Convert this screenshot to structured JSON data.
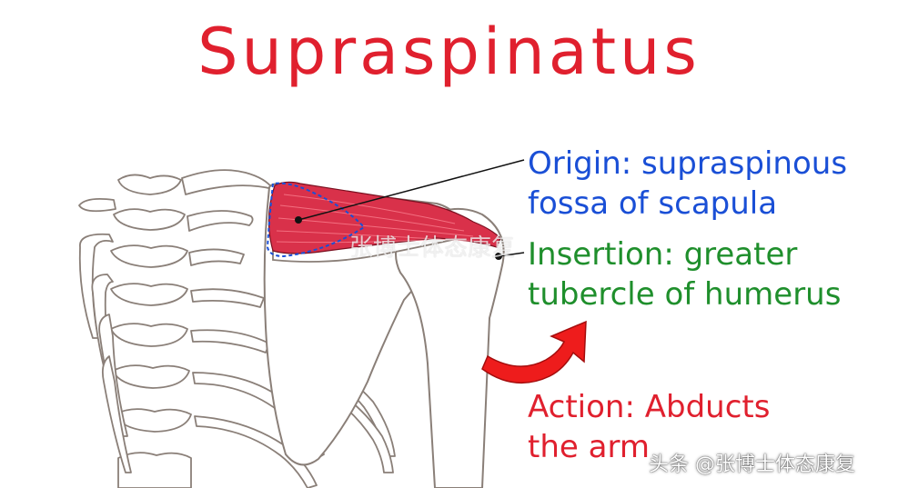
{
  "title": "Supraspinatus",
  "labels": {
    "origin_line1": "Origin: supraspinous",
    "origin_line2": "fossa of scapula",
    "insertion_line1": "Insertion: greater",
    "insertion_line2": "tubercle of humerus",
    "action_line1": "Action: Abducts",
    "action_line2": "the arm"
  },
  "watermarks": {
    "center": "张博士体态康复",
    "corner": "头条 @张博士体态康复"
  },
  "colors": {
    "title": "#e0202e",
    "origin": "#1a4fd6",
    "insertion": "#1f8f2c",
    "action": "#e0202e",
    "muscle": "#d9314a",
    "bone_outline": "#8a7f78"
  }
}
